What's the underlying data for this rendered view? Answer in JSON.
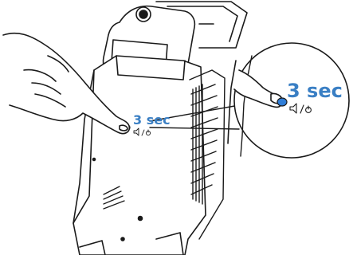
{
  "callout": {
    "label_small": "3 sec",
    "label_large": "3 sec",
    "accent_color": "#3a7fc4",
    "button_color": "#2f7ed8"
  },
  "icons": {
    "button": "power-mute-button-icon",
    "symbol": "speaker-mute-and-power-symbol"
  }
}
